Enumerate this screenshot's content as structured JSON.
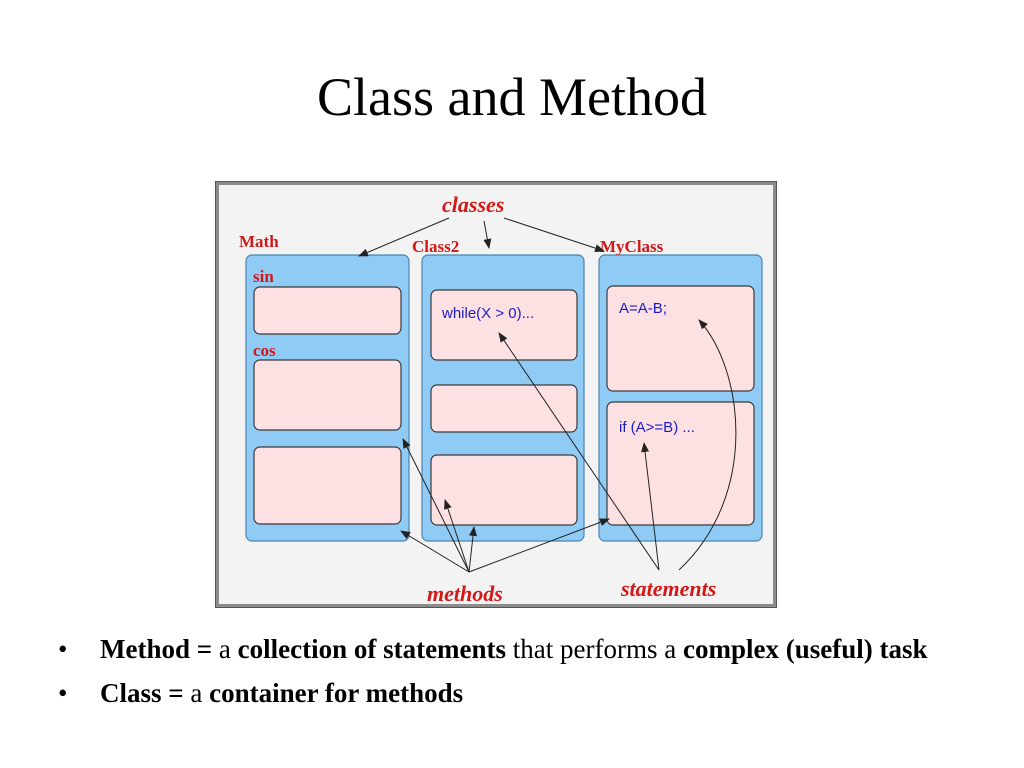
{
  "title": "Class and Method",
  "diagram": {
    "labels": {
      "classes": "classes",
      "methods": "methods",
      "statements": "statements"
    },
    "class_names": [
      "Math",
      "Class2",
      "MyClass"
    ],
    "method_names": [
      "sin",
      "cos"
    ],
    "code": {
      "while_loop": "while(X > 0)...",
      "assign": "A=A-B;",
      "if_stmt": "if (A>=B) ..."
    }
  },
  "bullets": [
    {
      "bullet": "•",
      "parts": [
        {
          "text": "Method = ",
          "bold": true
        },
        {
          "text": "a ",
          "bold": false
        },
        {
          "text": "collection of statements",
          "bold": true
        },
        {
          "text": " that performs a ",
          "bold": false
        },
        {
          "text": "complex (useful) task",
          "bold": true
        }
      ]
    },
    {
      "bullet": "•",
      "parts": [
        {
          "text": "Class = ",
          "bold": true
        },
        {
          "text": "a ",
          "bold": false
        },
        {
          "text": "container for methods",
          "bold": true
        }
      ]
    }
  ]
}
